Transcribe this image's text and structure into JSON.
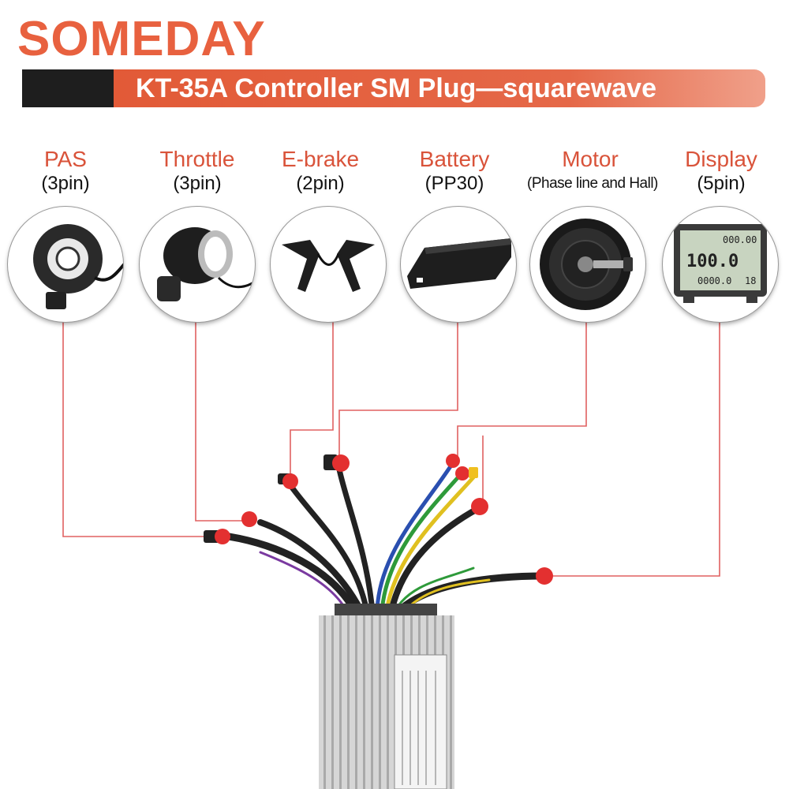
{
  "brand": {
    "logo_text": "SOMEDAY"
  },
  "banner": {
    "title": "KT-35A Controller SM Plug—squarewave"
  },
  "components": [
    {
      "name": "PAS",
      "sub": "(3pin)",
      "icon": "pas-sensor-icon"
    },
    {
      "name": "Throttle",
      "sub": "(3pin)",
      "icon": "throttle-icon"
    },
    {
      "name": "E-brake",
      "sub": "(2pin)",
      "icon": "brake-lever-icon"
    },
    {
      "name": "Battery",
      "sub": "(PP30)",
      "icon": "battery-icon"
    },
    {
      "name": "Motor",
      "sub": "(Phase line and Hall)",
      "icon": "hub-motor-icon"
    },
    {
      "name": "Display",
      "sub": "(5pin)",
      "icon": "lcd-display-icon"
    }
  ],
  "display_readout": {
    "top": "000.00",
    "speed": "100.0",
    "odo": "0000.0",
    "level": "18"
  },
  "colors": {
    "accent": "#e25a37",
    "line": "#e05a5a",
    "banner_dark": "#1e1e1e"
  }
}
